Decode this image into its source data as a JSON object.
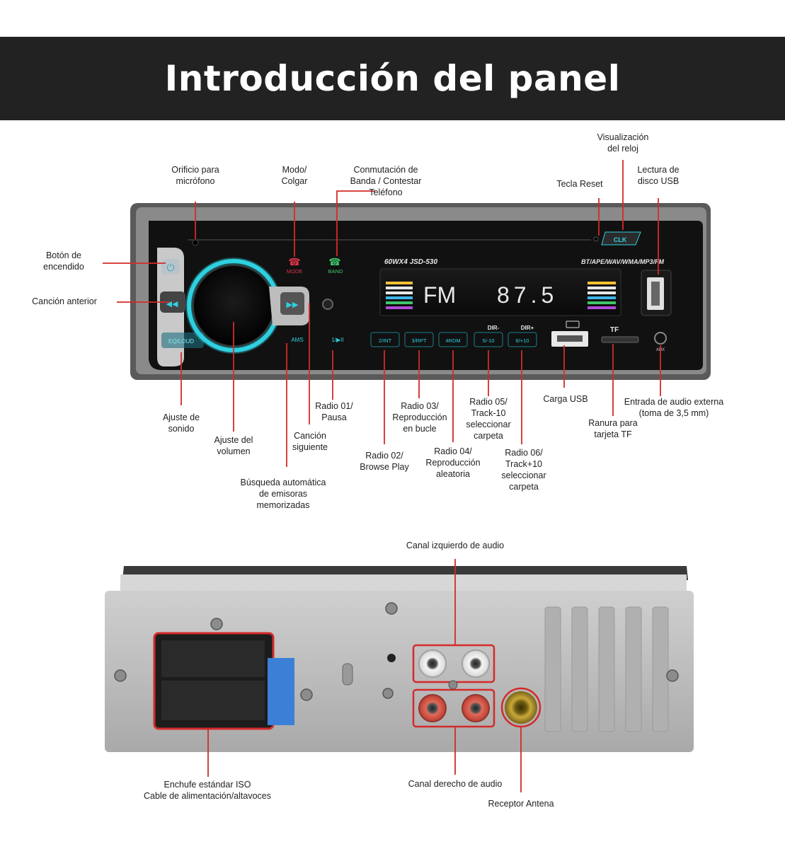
{
  "header": {
    "title": "Introducción del panel"
  },
  "front_panel": {
    "model": "60WX4  JSD-530",
    "formats": "BT/APE/WAV/WMA/MP3/FM",
    "display_band": "FM",
    "display_freq": "87.5",
    "buttons": {
      "mode": "MODE",
      "band": "BAND",
      "ams": "AMS",
      "eq": "EQ/LOUD",
      "clk": "CLK",
      "p1": "1/▶II",
      "p2": "2/INT",
      "p3": "3/RPT",
      "p4": "4RDM",
      "p5": "5/-10",
      "p6": "6/+10",
      "dir_minus": "DIR-",
      "dir_plus": "DIR+",
      "tf": "TF",
      "aux": "AUX"
    }
  },
  "labels": {
    "mic": "Orificio para\nmicrófono",
    "mode": "Modo/\nColgar",
    "band": "Conmutación de\nBanda / Contestar\nTeléfono",
    "clock": "Visualización\ndel reloj",
    "reset": "Tecla Reset",
    "usb_read": "Lectura de\ndisco USB",
    "power": "Botón de\nencendido",
    "prev": "Canción anterior",
    "sound": "Ajuste de\nsonido",
    "volume": "Ajuste del\nvolumen",
    "ams": "Búsqueda automática\nde emisoras\nmemorizadas",
    "next": "Canción\nsiguiente",
    "radio1": "Radio 01/\nPausa",
    "radio2": "Radio 02/\nBrowse Play",
    "radio3": "Radio 03/\nReproducción\nen bucle",
    "radio4": "Radio 04/\nReproducción\naleatoria",
    "radio5": "Radio 05/\nTrack-10\nseleccionar\ncarpeta",
    "radio6": "Radio 06/\nTrack+10\nseleccionar\ncarpeta",
    "usb_charge": "Carga USB",
    "tf_slot": "Ranura para\ntarjeta TF",
    "aux_in": "Entrada de audio externa\n(toma de 3,5 mm)",
    "left_audio": "Canal izquierdo de audio",
    "right_audio": "Canal derecho de audio",
    "iso": "Enchufe estándar ISO\nCable de alimentación/altavoces",
    "antenna": "Receptor Antena"
  },
  "colors": {
    "callout": "#d42a2a",
    "accent": "#2fd0e0",
    "banner": "#222222"
  }
}
